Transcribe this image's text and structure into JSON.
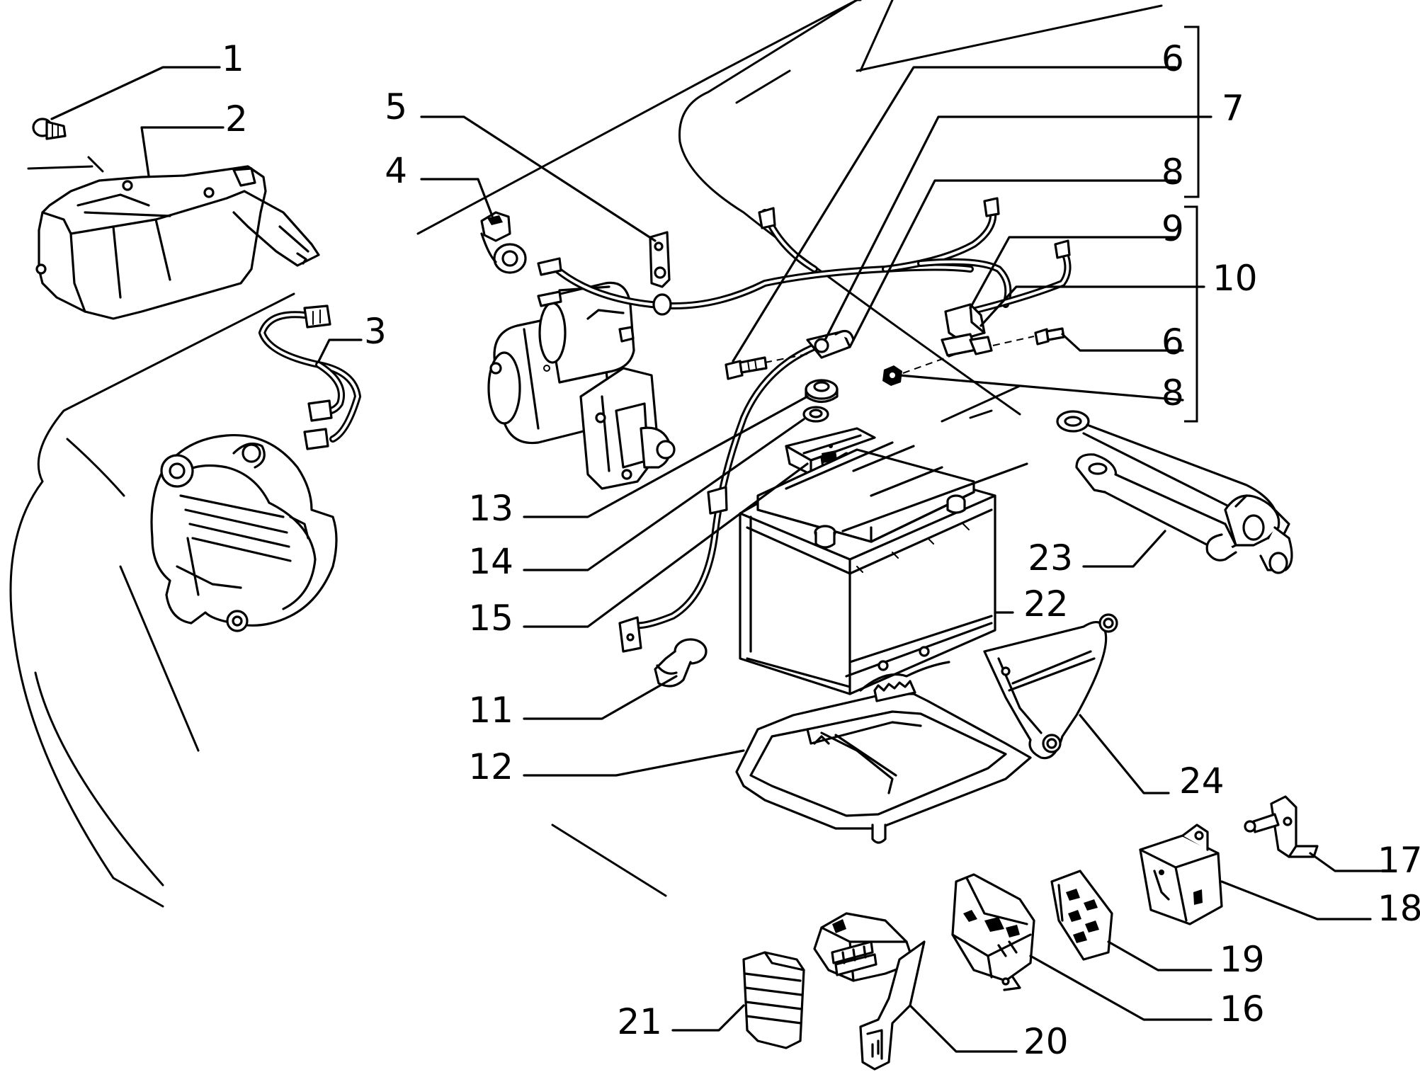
{
  "callouts": [
    {
      "id": "1",
      "label": "1"
    },
    {
      "id": "2",
      "label": "2"
    },
    {
      "id": "3",
      "label": "3"
    },
    {
      "id": "4",
      "label": "4"
    },
    {
      "id": "5",
      "label": "5"
    },
    {
      "id": "6a",
      "label": "6"
    },
    {
      "id": "7",
      "label": "7"
    },
    {
      "id": "8a",
      "label": "8"
    },
    {
      "id": "9",
      "label": "9"
    },
    {
      "id": "10",
      "label": "10"
    },
    {
      "id": "6b",
      "label": "6"
    },
    {
      "id": "8b",
      "label": "8"
    },
    {
      "id": "13",
      "label": "13"
    },
    {
      "id": "14",
      "label": "14"
    },
    {
      "id": "15",
      "label": "15"
    },
    {
      "id": "23",
      "label": "23"
    },
    {
      "id": "22",
      "label": "22"
    },
    {
      "id": "11",
      "label": "11"
    },
    {
      "id": "12",
      "label": "12"
    },
    {
      "id": "24",
      "label": "24"
    },
    {
      "id": "17",
      "label": "17"
    },
    {
      "id": "18",
      "label": "18"
    },
    {
      "id": "19",
      "label": "19"
    },
    {
      "id": "16",
      "label": "16"
    },
    {
      "id": "21",
      "label": "21"
    },
    {
      "id": "20",
      "label": "20"
    }
  ]
}
